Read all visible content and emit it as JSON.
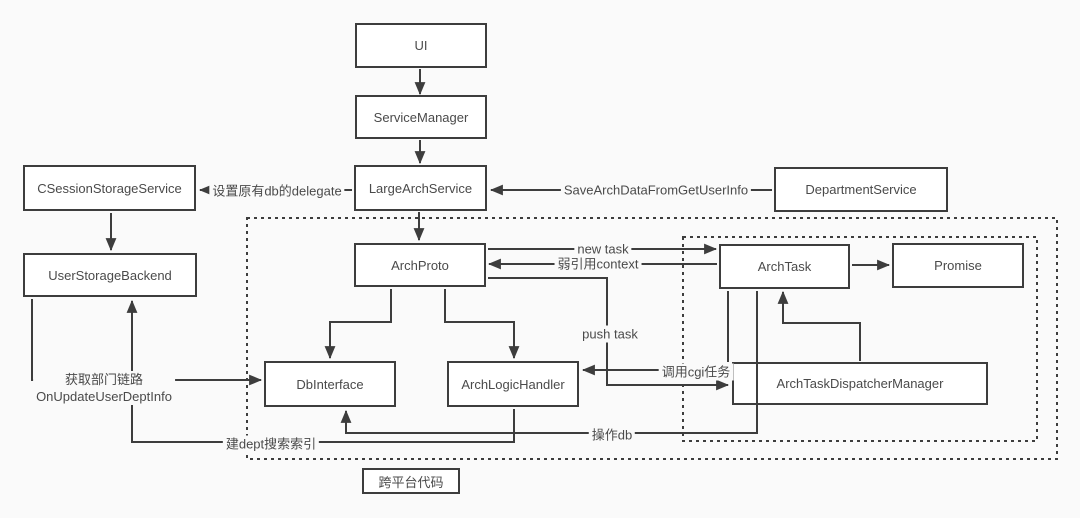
{
  "diagram": {
    "caption": "跨平台代码",
    "colors": {
      "background": "#fafafa",
      "box_fill": "#ffffff",
      "box_border": "#3d3d3d",
      "line": "#3d3d3d",
      "text": "#4a4a4a"
    },
    "nodes": [
      {
        "id": "ui",
        "label": "UI"
      },
      {
        "id": "service-manager",
        "label": "ServiceManager"
      },
      {
        "id": "csession-storage-service",
        "label": "CSessionStorageService"
      },
      {
        "id": "large-arch-service",
        "label": "LargeArchService"
      },
      {
        "id": "department-service",
        "label": "DepartmentService"
      },
      {
        "id": "user-storage-backend",
        "label": "UserStorageBackend"
      },
      {
        "id": "arch-proto",
        "label": "ArchProto"
      },
      {
        "id": "arch-task",
        "label": "ArchTask"
      },
      {
        "id": "promise",
        "label": "Promise"
      },
      {
        "id": "db-interface",
        "label": "DbInterface"
      },
      {
        "id": "arch-logic-handler",
        "label": "ArchLogicHandler"
      },
      {
        "id": "arch-task-dispatcher-manager",
        "label": "ArchTaskDispatcherManager"
      }
    ],
    "edge_labels": [
      {
        "id": "set-delegate",
        "text": "设置原有db的delegate"
      },
      {
        "id": "save-arch-data",
        "text": "SaveArchDataFromGetUserInfo"
      },
      {
        "id": "new-task",
        "text": "new task"
      },
      {
        "id": "weak-ref-context",
        "text": "弱引用context"
      },
      {
        "id": "push-task",
        "text": "push task"
      },
      {
        "id": "call-cgi-task",
        "text": "调用cgi任务"
      },
      {
        "id": "get-dept-chain",
        "text": "获取部门链路"
      },
      {
        "id": "on-update-user-dept-info",
        "text": "OnUpdateUserDeptInfo"
      },
      {
        "id": "operate-db",
        "text": "操作db"
      },
      {
        "id": "build-dept-search-index",
        "text": "建dept搜索索引"
      }
    ]
  }
}
